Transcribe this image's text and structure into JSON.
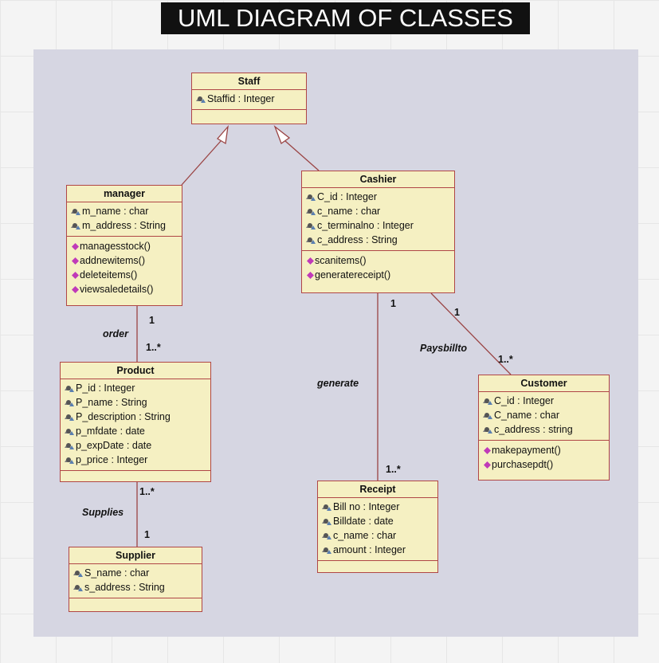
{
  "title": "UML DIAGRAM OF CLASSES",
  "classes": {
    "staff": {
      "name": "Staff",
      "attributes": [
        "Staffid : Integer"
      ],
      "operations": []
    },
    "manager": {
      "name": "manager",
      "attributes": [
        "m_name : char",
        "m_address : String"
      ],
      "operations": [
        "managesstock()",
        "addnewitems()",
        "deleteitems()",
        "viewsaledetails()"
      ]
    },
    "cashier": {
      "name": "Cashier",
      "attributes": [
        "C_id : Integer",
        "c_name : char",
        "c_terminalno : Integer",
        "c_address : String"
      ],
      "operations": [
        "scanitems()",
        "generatereceipt()"
      ]
    },
    "product": {
      "name": "Product",
      "attributes": [
        "P_id : Integer",
        "P_name : String",
        "P_description : String",
        "p_mfdate : date",
        "p_expDate : date",
        "p_price : Integer"
      ],
      "operations": []
    },
    "customer": {
      "name": "Customer",
      "attributes": [
        "C_id : Integer",
        "C_name : char",
        "c_address : string"
      ],
      "operations": [
        "makepayment()",
        "purchasepdt()"
      ]
    },
    "receipt": {
      "name": "Receipt",
      "attributes": [
        "Bill no : Integer",
        "Billdate : date",
        "c_name : char",
        "amount : Integer"
      ],
      "operations": []
    },
    "supplier": {
      "name": "Supplier",
      "attributes": [
        "S_name : char",
        "s_address : String"
      ],
      "operations": []
    }
  },
  "associations": {
    "order": {
      "label": "order",
      "end1": "1",
      "end2": "1..*"
    },
    "supplies": {
      "label": "Supplies",
      "end1": "1..*",
      "end2": "1"
    },
    "generate": {
      "label": "generate",
      "end1": "1",
      "end2": "1..*"
    },
    "paysbillto": {
      "label": "Paysbillto",
      "end1": "1",
      "end2": "1..*"
    }
  },
  "colors": {
    "class_fill": "#f5f0c2",
    "class_border": "#b04646",
    "line": "#9a4444",
    "canvas": "#d6d6e2",
    "op_icon": "#c03ab8",
    "field_icon": "#5a7fb0"
  }
}
